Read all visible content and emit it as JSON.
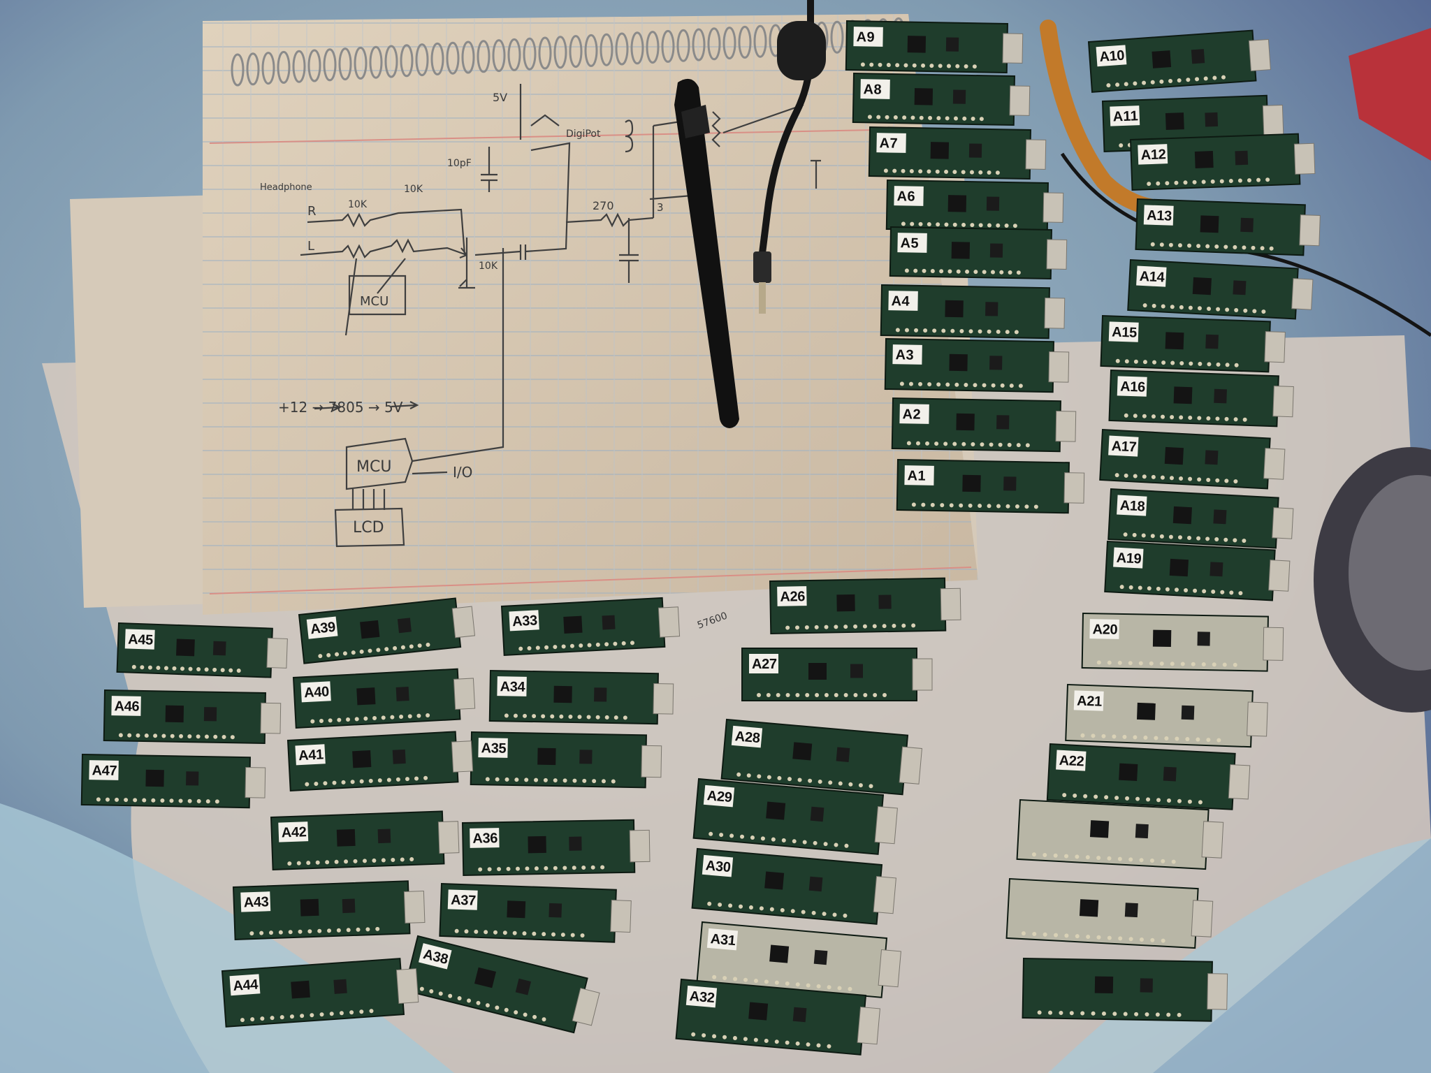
{
  "colors": {
    "table_cloth": "#86a3b4",
    "paper": "#d9c9b2",
    "pcb": "#1f3d2c",
    "pcb_lit": "#b8b6a6",
    "tag": "#f2f0ea",
    "ink": "#3a3a3a",
    "pen": "#111111",
    "orange_cable": "#c27a2a"
  },
  "schematic": {
    "labels": {
      "headphone": "Headphone",
      "r": "R",
      "l": "L",
      "res_10k_1": "10K",
      "res_10k_2": "10K",
      "res_10k_3": "10K",
      "supply": "5V",
      "cap": "10pF",
      "digipot": "DigiPot",
      "res_270": "270",
      "pin_3": "3",
      "mcu_top": "MCU",
      "regulator": "+12 → 7805 → 5V",
      "mcu_bottom": "MCU",
      "io": "I/O",
      "lcd": "LCD",
      "baud": "57600"
    }
  },
  "boards": [
    {
      "label": "A9"
    },
    {
      "label": "A8"
    },
    {
      "label": "A7"
    },
    {
      "label": "A6"
    },
    {
      "label": "A5"
    },
    {
      "label": "A4"
    },
    {
      "label": "A3"
    },
    {
      "label": "A2"
    },
    {
      "label": "A1"
    },
    {
      "label": "A10"
    },
    {
      "label": "A11"
    },
    {
      "label": "A12"
    },
    {
      "label": "A13"
    },
    {
      "label": "A14"
    },
    {
      "label": "A15"
    },
    {
      "label": "A16"
    },
    {
      "label": "A17"
    },
    {
      "label": "A18"
    },
    {
      "label": "A19"
    },
    {
      "label": "A20"
    },
    {
      "label": "A21"
    },
    {
      "label": "A22"
    },
    {
      "label": ""
    },
    {
      "label": ""
    },
    {
      "label": ""
    },
    {
      "label": "A26"
    },
    {
      "label": "A27"
    },
    {
      "label": "A28"
    },
    {
      "label": "A29"
    },
    {
      "label": "A30"
    },
    {
      "label": "A31"
    },
    {
      "label": "A32"
    },
    {
      "label": "A33"
    },
    {
      "label": "A34"
    },
    {
      "label": "A35"
    },
    {
      "label": "A36"
    },
    {
      "label": "A37"
    },
    {
      "label": "A38"
    },
    {
      "label": "A39"
    },
    {
      "label": "A40"
    },
    {
      "label": "A41"
    },
    {
      "label": "A42"
    },
    {
      "label": "A43"
    },
    {
      "label": "A44"
    },
    {
      "label": "A45"
    },
    {
      "label": "A46"
    },
    {
      "label": "A47"
    }
  ]
}
